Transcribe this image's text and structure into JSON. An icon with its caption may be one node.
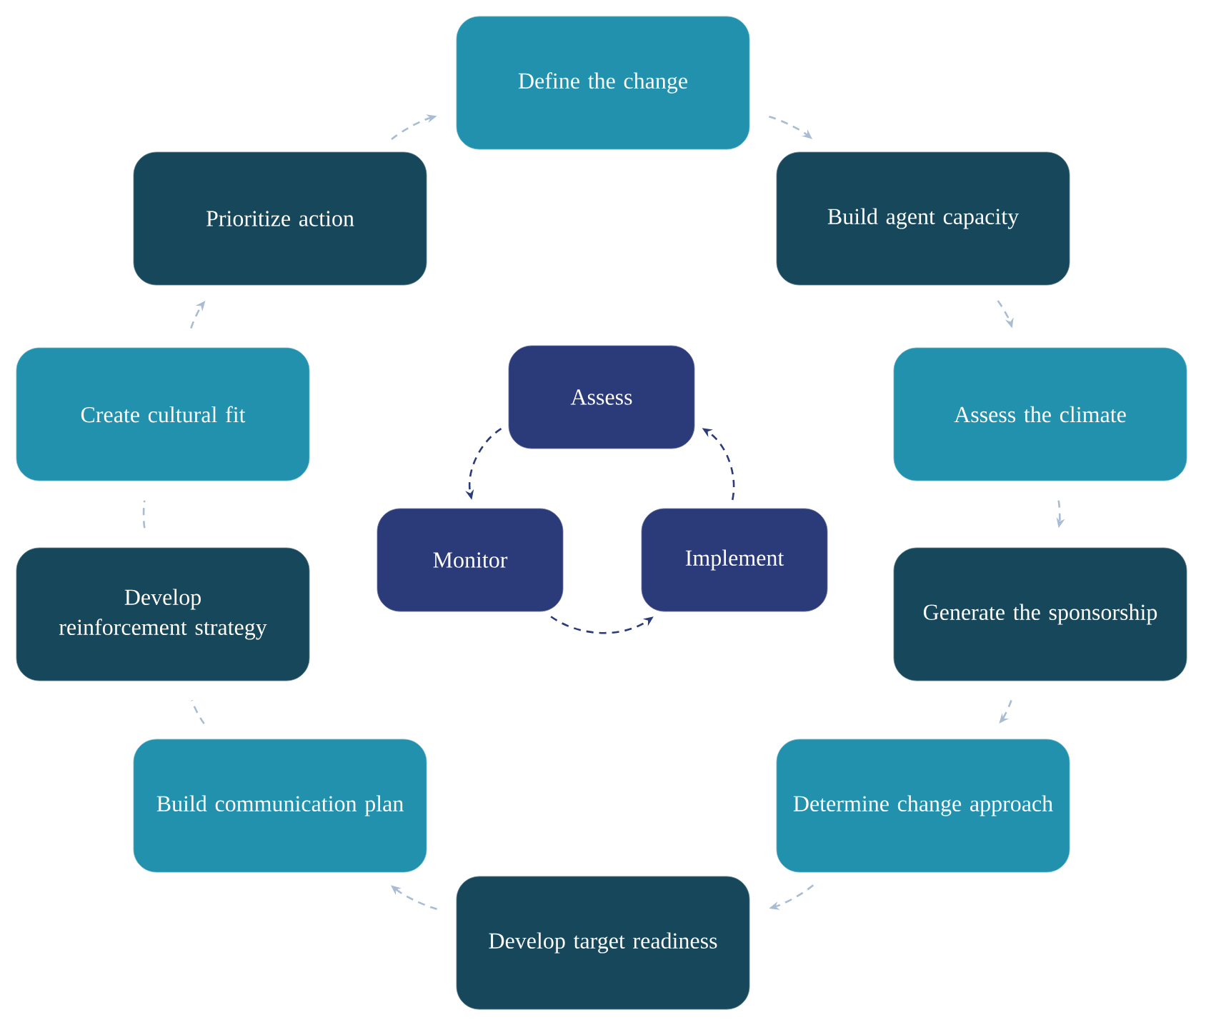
{
  "diagram": {
    "nodes": [
      {
        "text": [
          "Define the change"
        ]
      },
      {
        "text": [
          "Build agent capacity"
        ]
      },
      {
        "text": [
          "Assess the climate"
        ]
      },
      {
        "text": [
          "Generate the sponsorship"
        ]
      },
      {
        "text": [
          "Determine change approach"
        ]
      },
      {
        "text": [
          "Develop target readiness"
        ]
      },
      {
        "text": [
          "Build communication plan"
        ]
      },
      {
        "text": [
          "Develop reinforcement strategy"
        ]
      },
      {
        "text": [
          "Create cultural fit"
        ]
      },
      {
        "text": [
          "Prioritize action"
        ]
      },
      {
        "text": [
          "Assess"
        ]
      },
      {
        "text": [
          "Monitor"
        ]
      },
      {
        "text": [
          "Implement"
        ]
      }
    ],
    "edges": [
      {
        "from": 0,
        "to": 1,
        "arrow": "to"
      },
      {
        "from": 1,
        "to": 2,
        "arrow": "to"
      },
      {
        "from": 2,
        "to": 3,
        "arrow": "to"
      },
      {
        "from": 3,
        "to": 4,
        "arrow": "to"
      },
      {
        "from": 4,
        "to": 5,
        "arrow": "to"
      },
      {
        "from": 5,
        "to": 6,
        "arrow": "to"
      },
      {
        "from": 6,
        "to": 7,
        "arrow": "none"
      },
      {
        "from": 7,
        "to": 8,
        "arrow": "none"
      },
      {
        "from": 8,
        "to": 9,
        "arrow": "to"
      },
      {
        "from": 9,
        "to": 0,
        "arrow": "to"
      },
      {
        "from": 10,
        "to": 11,
        "arrow": "to",
        "color": "#2b3a78"
      },
      {
        "from": 11,
        "to": 12,
        "arrow": "to",
        "color": "#2b3a78"
      },
      {
        "from": 12,
        "to": 10,
        "arrow": "to",
        "color": "#2b3a78"
      }
    ]
  }
}
